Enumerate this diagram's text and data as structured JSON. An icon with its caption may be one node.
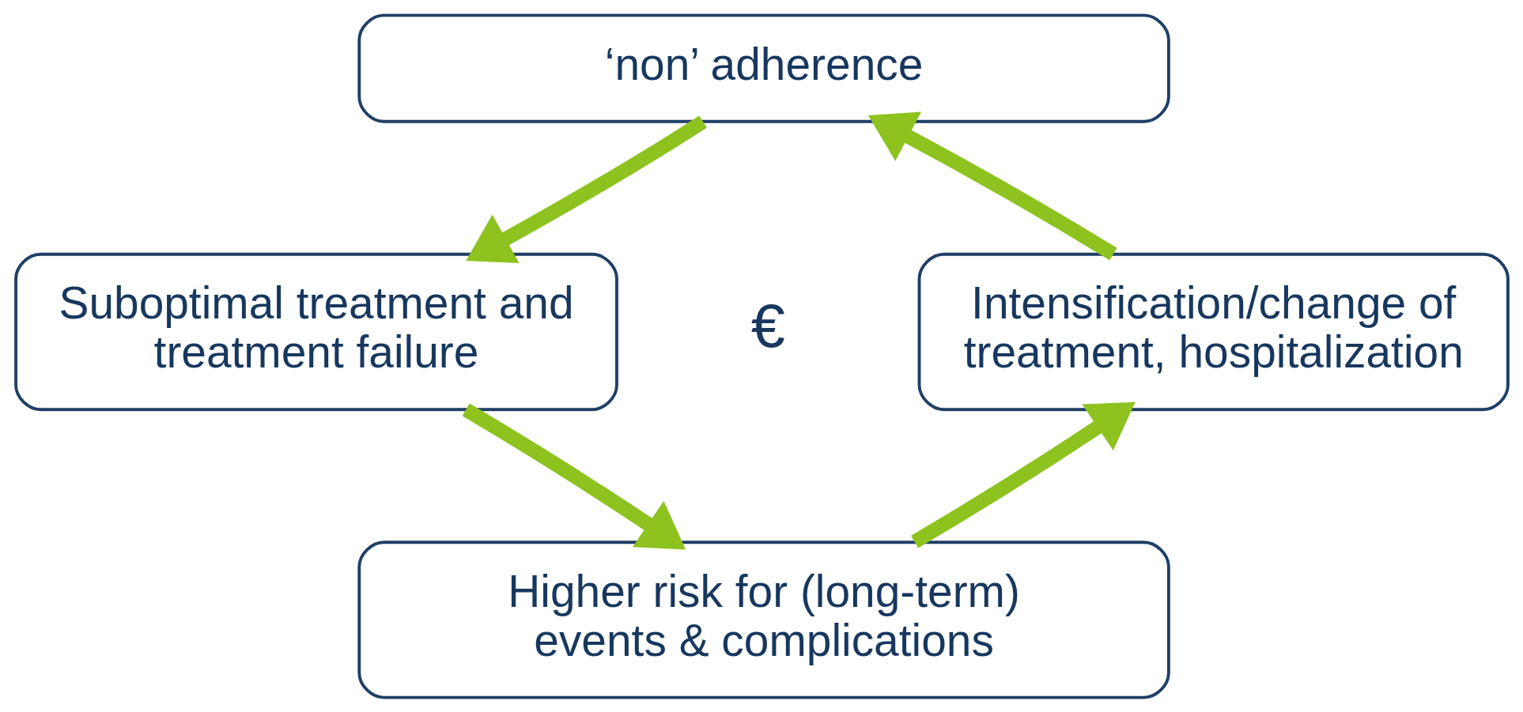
{
  "diagram": {
    "nodes": [
      {
        "text": [
          "‘non’ adherence"
        ]
      },
      {
        "text": [
          "Suboptimal treatment and treatment failure"
        ]
      },
      {
        "text": [
          "Higher risk for (long-term) events & complications"
        ]
      },
      {
        "text": [
          "Intensification/change of treatment, hospitalization"
        ],
        "beside": [
          "€"
        ]
      }
    ],
    "edges": [
      {
        "from": 0,
        "to": 1,
        "arrow": "to"
      },
      {
        "from": 1,
        "to": 2,
        "arrow": "to"
      },
      {
        "from": 2,
        "to": 3,
        "arrow": "to"
      },
      {
        "from": 3,
        "to": 0,
        "arrow": "to"
      }
    ]
  }
}
